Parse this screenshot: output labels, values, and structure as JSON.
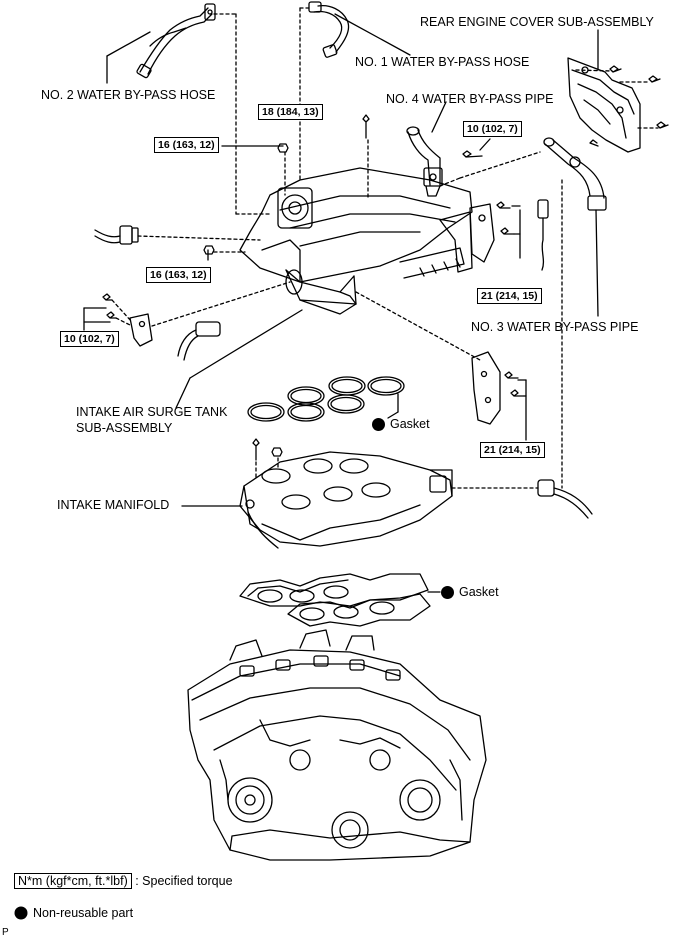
{
  "labels": {
    "rear_engine_cover": "REAR ENGINE COVER SUB-ASSEMBLY",
    "no1_hose": "NO. 1 WATER BY-PASS HOSE",
    "no2_hose": "NO. 2 WATER BY-PASS HOSE",
    "no4_pipe": "NO. 4 WATER BY-PASS PIPE",
    "no3_pipe": "NO. 3 WATER BY-PASS PIPE",
    "surge_tank_line1": "INTAKE AIR SURGE TANK",
    "surge_tank_line2": "SUB-ASSEMBLY",
    "intake_manifold": "INTAKE MANIFOLD"
  },
  "torques": {
    "t1": "18 (184, 13)",
    "t2": "16 (163, 12)",
    "t3": "10 (102, 7)",
    "t4": "16 (163, 12)",
    "t5": "21 (214, 15)",
    "t6": "10 (102, 7)",
    "t7": "21 (214, 15)"
  },
  "gaskets": {
    "g1": "Gasket",
    "g2": "Gasket"
  },
  "legend": {
    "torque_box": "N*m (kgf*cm, ft.*lbf)",
    "torque_text": ": Specified torque",
    "nonreusable": "Non-reusable part"
  },
  "corner_mark": "P"
}
